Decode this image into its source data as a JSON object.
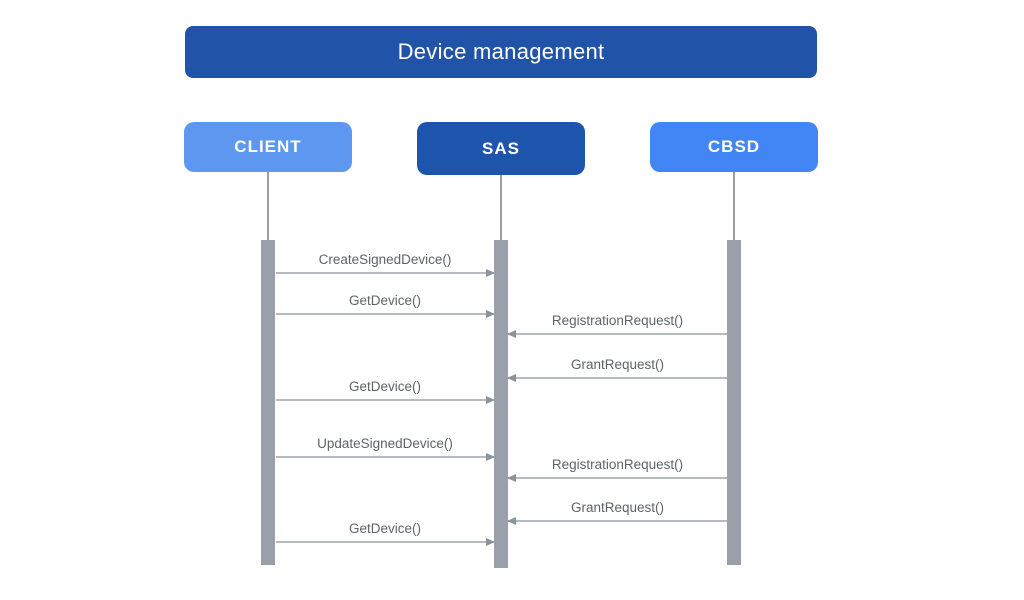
{
  "diagram": {
    "title": "Device management",
    "actors": [
      {
        "id": "client",
        "label": "CLIENT",
        "color": "#5e97ef"
      },
      {
        "id": "sas",
        "label": "SAS",
        "color": "#1d55ad"
      },
      {
        "id": "cbsd",
        "label": "CBSD",
        "color": "#4285f4"
      }
    ],
    "messages": [
      {
        "label": "CreateSignedDevice()",
        "from": "CLIENT",
        "to": "SAS"
      },
      {
        "label": "GetDevice()",
        "from": "CLIENT",
        "to": "SAS"
      },
      {
        "label": "RegistrationRequest()",
        "from": "CBSD",
        "to": "SAS"
      },
      {
        "label": "GrantRequest()",
        "from": "CBSD",
        "to": "SAS"
      },
      {
        "label": "GetDevice()",
        "from": "CLIENT",
        "to": "SAS"
      },
      {
        "label": "UpdateSignedDevice()",
        "from": "CLIENT",
        "to": "SAS"
      },
      {
        "label": "RegistrationRequest()",
        "from": "CBSD",
        "to": "SAS"
      },
      {
        "label": "GrantRequest()",
        "from": "CBSD",
        "to": "SAS"
      },
      {
        "label": "GetDevice()",
        "from": "CLIENT",
        "to": "SAS"
      }
    ],
    "colors": {
      "page_bg": "#ffffff",
      "title_bg": "#2154a8",
      "client_bg": "#5e97ef",
      "sas_bg": "#1d55ad",
      "cbsd_bg": "#4285f4",
      "activation_bar": "#9aa0a9",
      "arrow_line": "#b6bac0",
      "arrow_head": "#8d939b",
      "message_text": "#5f6368",
      "actor_text": "#ffffff"
    }
  }
}
